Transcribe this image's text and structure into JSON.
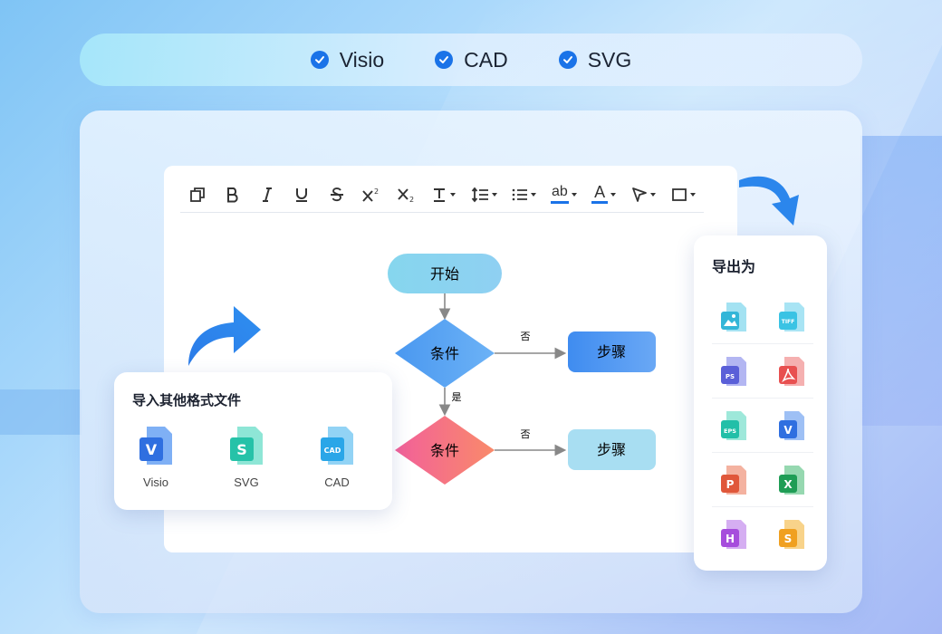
{
  "formats_bar": {
    "items": [
      {
        "label": "Visio"
      },
      {
        "label": "CAD"
      },
      {
        "label": "SVG"
      }
    ]
  },
  "toolbar": {
    "tools": [
      "copy-format-icon",
      "bold-icon",
      "italic-icon",
      "underline-icon",
      "strikethrough-icon",
      "superscript-icon",
      "subscript-icon",
      "text-style-icon",
      "line-spacing-icon",
      "list-icon",
      "highlight-icon",
      "font-color-icon",
      "pointer-icon",
      "shape-icon"
    ],
    "highlight_label": "ab",
    "font_color_label": "A",
    "accent": "#1a73e8"
  },
  "flowchart": {
    "start": "开始",
    "condition1": "条件",
    "condition2": "条件",
    "step1": "步骤",
    "step2": "步骤",
    "edge_no1": "否",
    "edge_yes": "是",
    "edge_no2": "否"
  },
  "import_card": {
    "title": "导入其他格式文件",
    "items": [
      {
        "label": "Visio",
        "letter": "V",
        "color": "#2f6fe0"
      },
      {
        "label": "SVG",
        "letter": "S",
        "color": "#26c2a8"
      },
      {
        "label": "CAD",
        "letter": "CAD",
        "color": "#2aa6e8"
      }
    ]
  },
  "export_card": {
    "title": "导出为",
    "items": [
      {
        "name": "image-file-icon",
        "letter": "",
        "color": "#33b6d8"
      },
      {
        "name": "tiff-file-icon",
        "letter": "TIFF",
        "color": "#3ac3e4"
      },
      {
        "name": "ps-file-icon",
        "letter": "PS",
        "color": "#5a5fd8"
      },
      {
        "name": "pdf-file-icon",
        "letter": "",
        "color": "#e85050"
      },
      {
        "name": "eps-file-icon",
        "letter": "EPS",
        "color": "#22bfa8"
      },
      {
        "name": "visio-file-icon",
        "letter": "V",
        "color": "#2f6fe0"
      },
      {
        "name": "ppt-file-icon",
        "letter": "P",
        "color": "#e0573a"
      },
      {
        "name": "excel-file-icon",
        "letter": "X",
        "color": "#1f9d55"
      },
      {
        "name": "html-file-icon",
        "letter": "H",
        "color": "#a64ddc"
      },
      {
        "name": "svg-file-icon",
        "letter": "S",
        "color": "#f0a020"
      }
    ]
  }
}
